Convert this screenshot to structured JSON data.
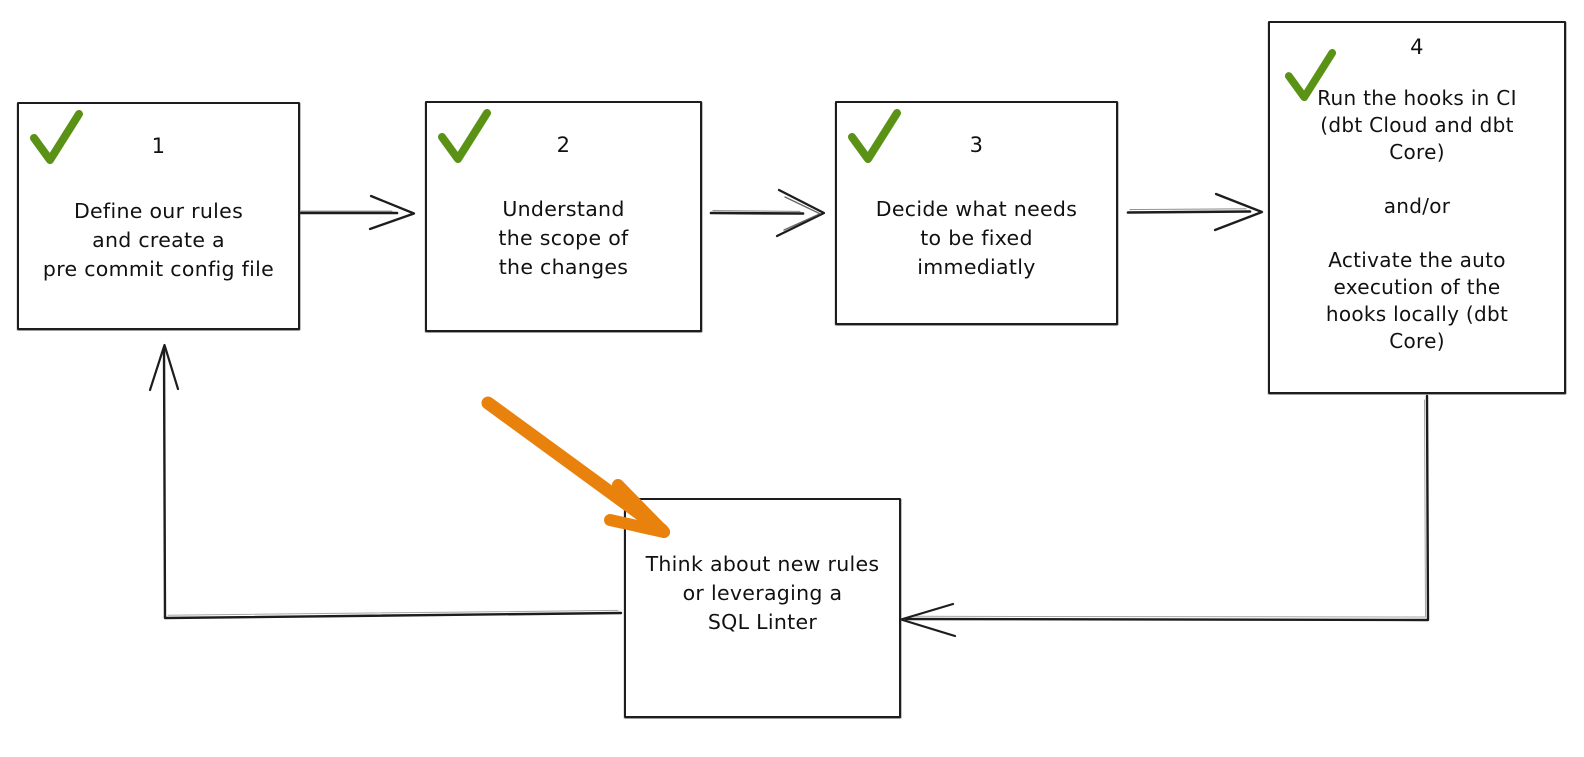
{
  "diagram": {
    "title": "dbt pre-commit workflow loop",
    "style": "hand-drawn flowchart",
    "colors": {
      "check_green": "#5a9216",
      "highlight_orange": "#E8820C",
      "stroke": "#1d1d1d",
      "text": "#111111",
      "background": "#ffffff"
    },
    "nodes": [
      {
        "id": "node-1",
        "number": "1",
        "check": true,
        "check_icon": "green-check-icon",
        "text": "Define our rules\nand create a\npre commit config file"
      },
      {
        "id": "node-2",
        "number": "2",
        "check": true,
        "check_icon": "green-check-icon",
        "text": "Understand\nthe scope of\nthe changes"
      },
      {
        "id": "node-3",
        "number": "3",
        "check": true,
        "check_icon": "green-check-icon",
        "text": "Decide what needs\nto be fixed\nimmediatly"
      },
      {
        "id": "node-4",
        "number": "4",
        "check": true,
        "check_icon": "green-check-icon",
        "text": "Run the hooks in CI\n(dbt Cloud and dbt\nCore)\n\nand/or\n\nActivate the auto\nexecution of the\nhooks locally (dbt\nCore)"
      },
      {
        "id": "node-5",
        "number": "",
        "check": false,
        "check_icon": "",
        "text": "Think about new rules\nor leveraging a\nSQL Linter"
      }
    ],
    "edges": [
      {
        "id": "edge-1-2",
        "from": "node-1",
        "to": "node-2",
        "direction": "right"
      },
      {
        "id": "edge-2-3",
        "from": "node-2",
        "to": "node-3",
        "direction": "right"
      },
      {
        "id": "edge-3-4",
        "from": "node-3",
        "to": "node-4",
        "direction": "right"
      },
      {
        "id": "edge-4-5",
        "from": "node-4",
        "to": "node-5",
        "direction": "down-then-left"
      },
      {
        "id": "edge-5-1",
        "from": "node-5",
        "to": "node-1",
        "direction": "left-then-up"
      }
    ],
    "annotations": [
      {
        "id": "orange-highlight-arrow",
        "name": "orange-highlight-arrow",
        "color": "#E8820C",
        "points_to": "node-5",
        "direction": "down-right"
      }
    ]
  }
}
